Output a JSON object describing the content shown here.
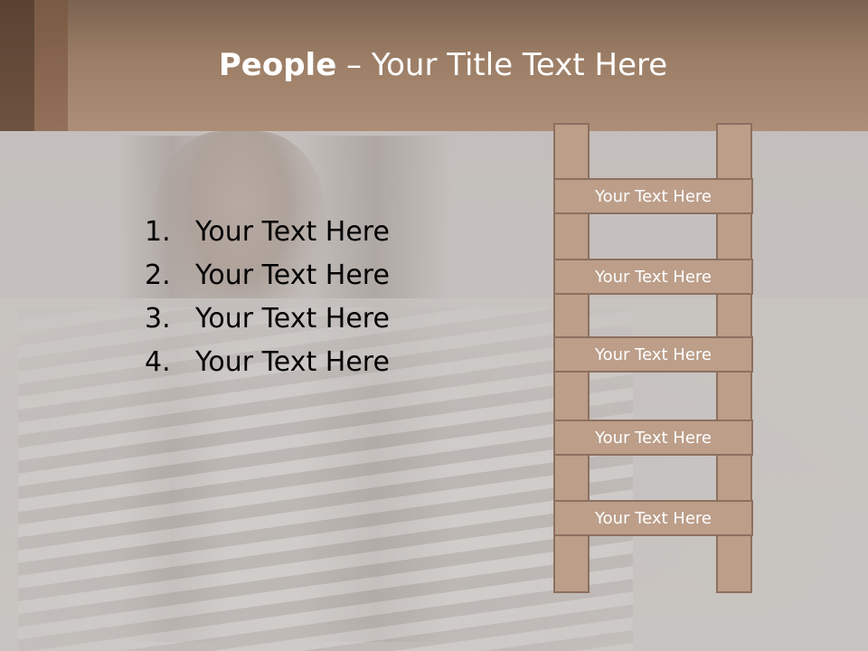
{
  "slide": {
    "title_bold": "People",
    "title_rest": " – Your Title Text Here"
  },
  "list": {
    "items": [
      {
        "number": "1.",
        "text": "Your Text Here"
      },
      {
        "number": "2.",
        "text": "Your Text Here"
      },
      {
        "number": "3.",
        "text": "Your Text Here"
      },
      {
        "number": "4.",
        "text": "Your Text Here"
      }
    ]
  },
  "ladder": {
    "rungs": [
      {
        "text": "Your Text Here"
      },
      {
        "text": "Your Text Here"
      },
      {
        "text": "Your Text Here"
      },
      {
        "text": "Your Text Here"
      },
      {
        "text": "Your Text Here"
      }
    ]
  },
  "colors": {
    "header_brown": "#9c7e66",
    "ladder_fill": "#bc9e89",
    "ladder_border": "#8c7060",
    "background_gray": "#c8c4c1"
  }
}
